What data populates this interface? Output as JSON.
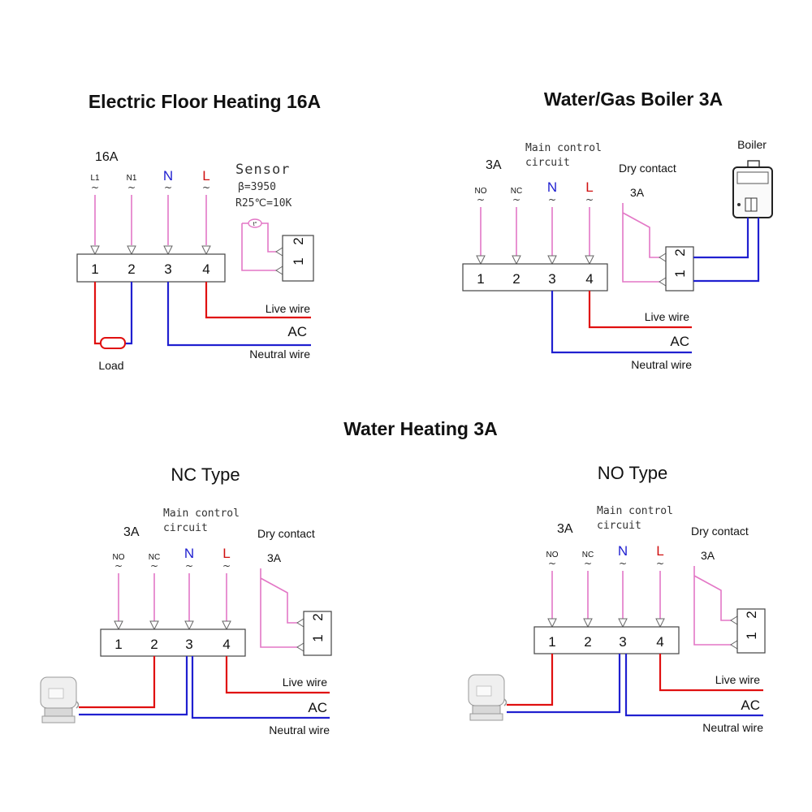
{
  "titles": {
    "electric": "Electric Floor Heating 16A",
    "boiler": "Water/Gas Boiler 3A",
    "water": "Water Heating 3A",
    "nc_type": "NC Type",
    "no_type": "NO Type"
  },
  "electric": {
    "amp": "16A",
    "term_labels": [
      "L1",
      "N1",
      "N",
      "L"
    ],
    "tilde": "~",
    "sensor_title": "Sensor",
    "sensor_beta": "β=3950",
    "sensor_r25": "R25℃=10K",
    "sensor_symbol": "t°",
    "terminals": [
      "1",
      "2",
      "3",
      "4"
    ],
    "sensor_terminals": [
      "2",
      "1"
    ],
    "load": "Load",
    "live": "Live wire",
    "ac": "AC",
    "neutral": "Neutral wire"
  },
  "boiler": {
    "amp": "3A",
    "main_control": "Main control",
    "circuit": "circuit",
    "term_labels": [
      "NO",
      "NC",
      "N",
      "L"
    ],
    "tilde": "~",
    "dry_contact": "Dry contact",
    "dry_amp": "3A",
    "boiler_label": "Boiler",
    "terminals": [
      "1",
      "2",
      "3",
      "4"
    ],
    "contact_terminals": [
      "2",
      "1"
    ],
    "live": "Live wire",
    "ac": "AC",
    "neutral": "Neutral wire"
  },
  "nc": {
    "amp": "3A",
    "main_control": "Main control",
    "circuit": "circuit",
    "term_labels": [
      "NO",
      "NC",
      "N",
      "L"
    ],
    "tilde": "~",
    "dry_contact": "Dry contact",
    "dry_amp": "3A",
    "terminals": [
      "1",
      "2",
      "3",
      "4"
    ],
    "contact_terminals": [
      "2",
      "1"
    ],
    "live": "Live wire",
    "ac": "AC",
    "neutral": "Neutral wire"
  },
  "no": {
    "amp": "3A",
    "main_control": "Main control",
    "circuit": "circuit",
    "term_labels": [
      "NO",
      "NC",
      "N",
      "L"
    ],
    "tilde": "~",
    "dry_contact": "Dry contact",
    "dry_amp": "3A",
    "terminals": [
      "1",
      "2",
      "3",
      "4"
    ],
    "contact_terminals": [
      "2",
      "1"
    ],
    "live": "Live wire",
    "ac": "AC",
    "neutral": "Neutral wire"
  },
  "colors": {
    "live": "#e01010",
    "neutral": "#2020d0",
    "signal": "#e377c6"
  },
  "icons": [
    "boiler-icon",
    "actuator-icon",
    "thermistor-icon",
    "load-resistor-icon"
  ]
}
